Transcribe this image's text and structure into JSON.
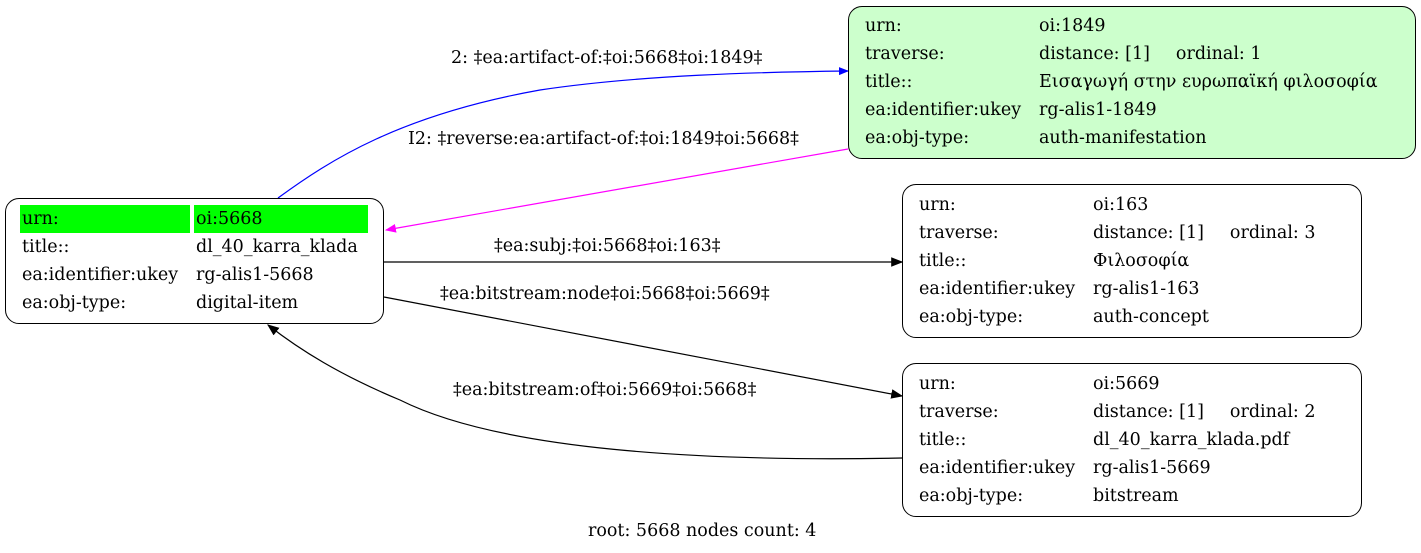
{
  "root_node": {
    "rows": [
      {
        "key": "urn:",
        "value": "oi:5668"
      },
      {
        "key": "title::",
        "value": "dl_40_karra_klada"
      },
      {
        "key": "ea:identifier:ukey",
        "value": "rg-alis1-5668"
      },
      {
        "key": "ea:obj-type:",
        "value": "digital-item"
      }
    ],
    "highlight_color": "#00ff00"
  },
  "node_1849": {
    "urn_key": "urn:",
    "urn": "oi:1849",
    "traverse_key": "traverse:",
    "distance": "distance: [1]",
    "ordinal": "ordinal: 1",
    "title_key": "title::",
    "title": "Εισαγωγή στην ευρωπαϊκή φιλοσοφία",
    "ukey_key": "ea:identifier:ukey",
    "ukey": "rg-alis1-1849",
    "type_key": "ea:obj-type:",
    "type": "auth-manifestation",
    "fill_color": "#ccffcc"
  },
  "node_163": {
    "urn_key": "urn:",
    "urn": "oi:163",
    "traverse_key": "traverse:",
    "distance": "distance: [1]",
    "ordinal": "ordinal: 3",
    "title_key": "title::",
    "title": "Φιλοσοφία",
    "ukey_key": "ea:identifier:ukey",
    "ukey": "rg-alis1-163",
    "type_key": "ea:obj-type:",
    "type": "auth-concept"
  },
  "node_5669": {
    "urn_key": "urn:",
    "urn": "oi:5669",
    "traverse_key": "traverse:",
    "distance": "distance: [1]",
    "ordinal": "ordinal: 2",
    "title_key": "title::",
    "title": "dl_40_karra_klada.pdf",
    "ukey_key": "ea:identifier:ukey",
    "ukey": "rg-alis1-5669",
    "type_key": "ea:obj-type:",
    "type": "bitstream"
  },
  "edges": {
    "artifact_of": {
      "label": "2: ‡ea:artifact-of:‡oi:5668‡oi:1849‡",
      "color": "#0000ff"
    },
    "reverse_artifact_of": {
      "label": "I2: ‡reverse:ea:artifact-of:‡oi:1849‡oi:5668‡",
      "color": "#ff00ff"
    },
    "subj": {
      "label": "‡ea:subj:‡oi:5668‡oi:163‡",
      "color": "#000000"
    },
    "bitstream_node": {
      "label": "‡ea:bitstream:node‡oi:5668‡oi:5669‡",
      "color": "#000000"
    },
    "bitstream_of": {
      "label": "‡ea:bitstream:of‡oi:5669‡oi:5668‡",
      "color": "#000000"
    }
  },
  "footer": "root: 5668 nodes count: 4"
}
